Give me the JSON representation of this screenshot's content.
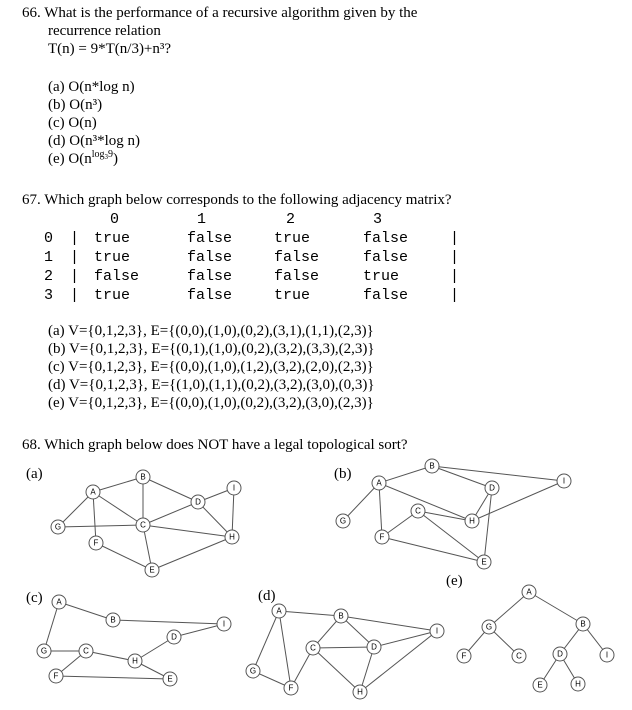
{
  "q66": {
    "line1": "66. What is the performance of a recursive algorithm given by the",
    "line2": "recurrence relation",
    "line3": "T(n) = 9*T(n/3)+n³?",
    "options": [
      "(a) O(n*log n)",
      "(b) O(n³)",
      "(c) O(n)",
      "(d) O(n³*log n)"
    ],
    "option_e_prefix": "(e) O(n",
    "option_e_sup": "log",
    "option_e_sub": "3",
    "option_e_suffix": "9",
    "option_e_close": ")"
  },
  "q67": {
    "question": "67. Which graph below corresponds to the following adjacency matrix?",
    "headers": [
      "0",
      "1",
      "2",
      "3"
    ],
    "rows": [
      {
        "idx": "0",
        "cells": [
          "true",
          "false",
          "true",
          "false"
        ]
      },
      {
        "idx": "1",
        "cells": [
          "true",
          "false",
          "false",
          "false"
        ]
      },
      {
        "idx": "2",
        "cells": [
          "false",
          "false",
          "false",
          "true"
        ]
      },
      {
        "idx": "3",
        "cells": [
          "true",
          "false",
          "true",
          "false"
        ]
      }
    ],
    "options": [
      "(a) V={0,1,2,3}, E={(0,0),(1,0),(0,2),(3,1),(1,1),(2,3)}",
      "(b) V={0,1,2,3}, E={(0,1),(1,0),(0,2),(3,2),(3,3),(2,3)}",
      "(c) V={0,1,2,3}, E={(0,0),(1,0),(1,2),(3,2),(2,0),(2,3)}",
      "(d) V={0,1,2,3}, E={(1,0),(1,1),(0,2),(3,2),(3,0),(0,3)}",
      "(e) V={0,1,2,3}, E={(0,0),(1,0),(0,2),(3,2),(3,0),(2,3)}"
    ]
  },
  "q68": {
    "question": "68. Which graph below does NOT have a legal topological sort?",
    "labels": [
      "(a)",
      "(b)",
      "(c)",
      "(d)",
      "(e)"
    ],
    "nodes": [
      "A",
      "B",
      "C",
      "D",
      "E",
      "F",
      "G",
      "H",
      "I"
    ]
  }
}
